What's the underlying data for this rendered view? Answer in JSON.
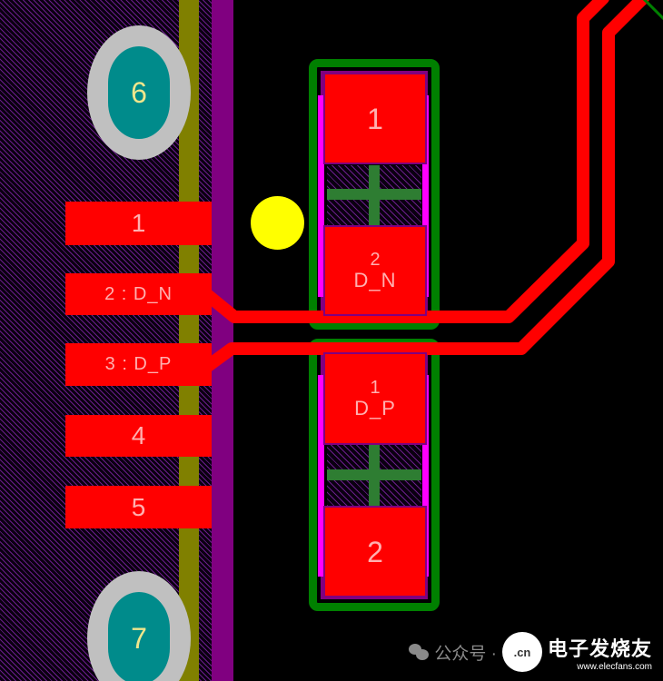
{
  "colors": {
    "background": "#000000",
    "hatch": "#6a1e8a",
    "olive_strip": "#808000",
    "purple_strip": "#800080",
    "pad_red": "#ff0000",
    "pad_label": "#ffb0b0",
    "oval_outer": "#c0c0c0",
    "oval_inner": "#008b8b",
    "oval_label": "#f0e68c",
    "via_yellow": "#ffff00",
    "component_outline": "#008000",
    "magenta": "#ff00ff"
  },
  "connector": {
    "mount_pads": [
      {
        "label": "6"
      },
      {
        "label": "7"
      }
    ],
    "pins": [
      {
        "label": "1"
      },
      {
        "label": "2 : D_N"
      },
      {
        "label": "3 : D_P"
      },
      {
        "label": "4"
      },
      {
        "label": "5"
      }
    ]
  },
  "components": [
    {
      "pads": [
        {
          "number": "1",
          "net": ""
        },
        {
          "number": "2",
          "net": "D_N"
        }
      ]
    },
    {
      "pads": [
        {
          "number": "1",
          "net": "D_P"
        },
        {
          "number": "2",
          "net": ""
        }
      ]
    }
  ],
  "traces": [
    {
      "net": "D_N"
    },
    {
      "net": "D_P"
    }
  ],
  "watermark": {
    "text": "公众号 · ",
    "logo_text": ".cn",
    "brand": "电子发烧友",
    "url": "www.elecfans.com"
  }
}
